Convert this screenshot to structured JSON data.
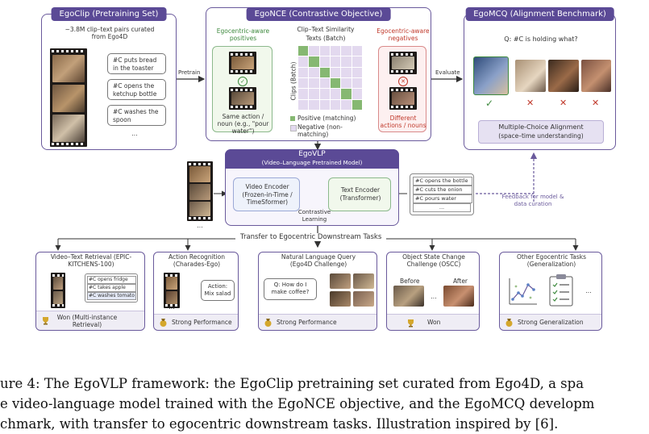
{
  "egoclip": {
    "title": "EgoClip (Pretraining Set)",
    "desc": "~3.8M clip–text pairs curated from Ego4D",
    "captions": [
      "#C puts bread in the toaster",
      "#C opens the ketchup bottle",
      "#C washes the spoon"
    ],
    "ellipsis": "..."
  },
  "egonce": {
    "title": "EgoNCE (Contrastive Objective)",
    "positives_title": "Egocentric-aware positives",
    "positives_caption": "Same action / noun (e.g., \"pour water\")",
    "sim_title": "Clip–Text Similarity",
    "sim_xlabel": "Texts (Batch)",
    "sim_ylabel": "Clips (Batch)",
    "legend_positive": "Positive (matching)",
    "legend_negative": "Negative (non-matching)",
    "negatives_title": "Egocentric-aware negatives",
    "negatives_caption": "Different actions / nouns",
    "colors": {
      "positive": "#86b872",
      "negative": "#e3d9ef"
    }
  },
  "egomcq": {
    "title": "EgoMCQ (Alignment Benchmark)",
    "question": "Q: #C is holding what?",
    "marks": [
      "✓",
      "✕",
      "✕",
      "✕"
    ],
    "alignment_title": "Multiple-Choice Alignment",
    "alignment_sub": "(space–time understanding)"
  },
  "arrows": {
    "pretrain": "Pretrain",
    "evaluate": "Evaluate",
    "feedback": "Feedback for model & data curation",
    "contrastive": "Contrastive Learning"
  },
  "egovlp": {
    "title": "EgoVLP",
    "subtitle": "(Video–Language Pretrained Model)",
    "video_encoder_title": "Video Encoder",
    "video_encoder_sub": "(Frozen-in-Time / TimeSformer)",
    "text_encoder_title": "Text Encoder",
    "text_encoder_sub": "(Transformer)",
    "text_list": [
      "#C opens the bottle",
      "#C cuts the onion",
      "#C pours water"
    ],
    "video_ellipsis": "...",
    "text_ellipsis": "..."
  },
  "transfer": {
    "title": "Transfer to Egocentric Downstream Tasks",
    "tasks": [
      {
        "title": "Video–Text Retrieval (EPIC-KITCHENS-100)",
        "items": [
          "#C opens fridge",
          "#C takes apple",
          "#C washes tomato"
        ],
        "result": "Won (Multi-instance Retrieval)"
      },
      {
        "title": "Action Recognition (Charades-Ego)",
        "action": "Action: Mix salad",
        "result": "Strong Performance"
      },
      {
        "title": "Natural Language Query (Ego4D Challenge)",
        "query": "Q: How do I make coffee?",
        "result": "Strong Performance"
      },
      {
        "title": "Object State Change Challenge (OSCC)",
        "before": "Before",
        "after": "After",
        "result": "Won"
      },
      {
        "title": "Other Egocentric Tasks (Generalization)",
        "result": "Strong Generalization"
      }
    ],
    "ellipsis": "..."
  },
  "caption": {
    "line1": "ure 4:  The EgoVLP framework:  the EgoClip pretraining set curated from Ego4D, a spa",
    "line2": "e video-language model trained with the EgoNCE objective, and the EgoMCQ developm",
    "line3": "chmark, with transfer to egocentric downstream tasks. Illustration inspired by [6]."
  }
}
